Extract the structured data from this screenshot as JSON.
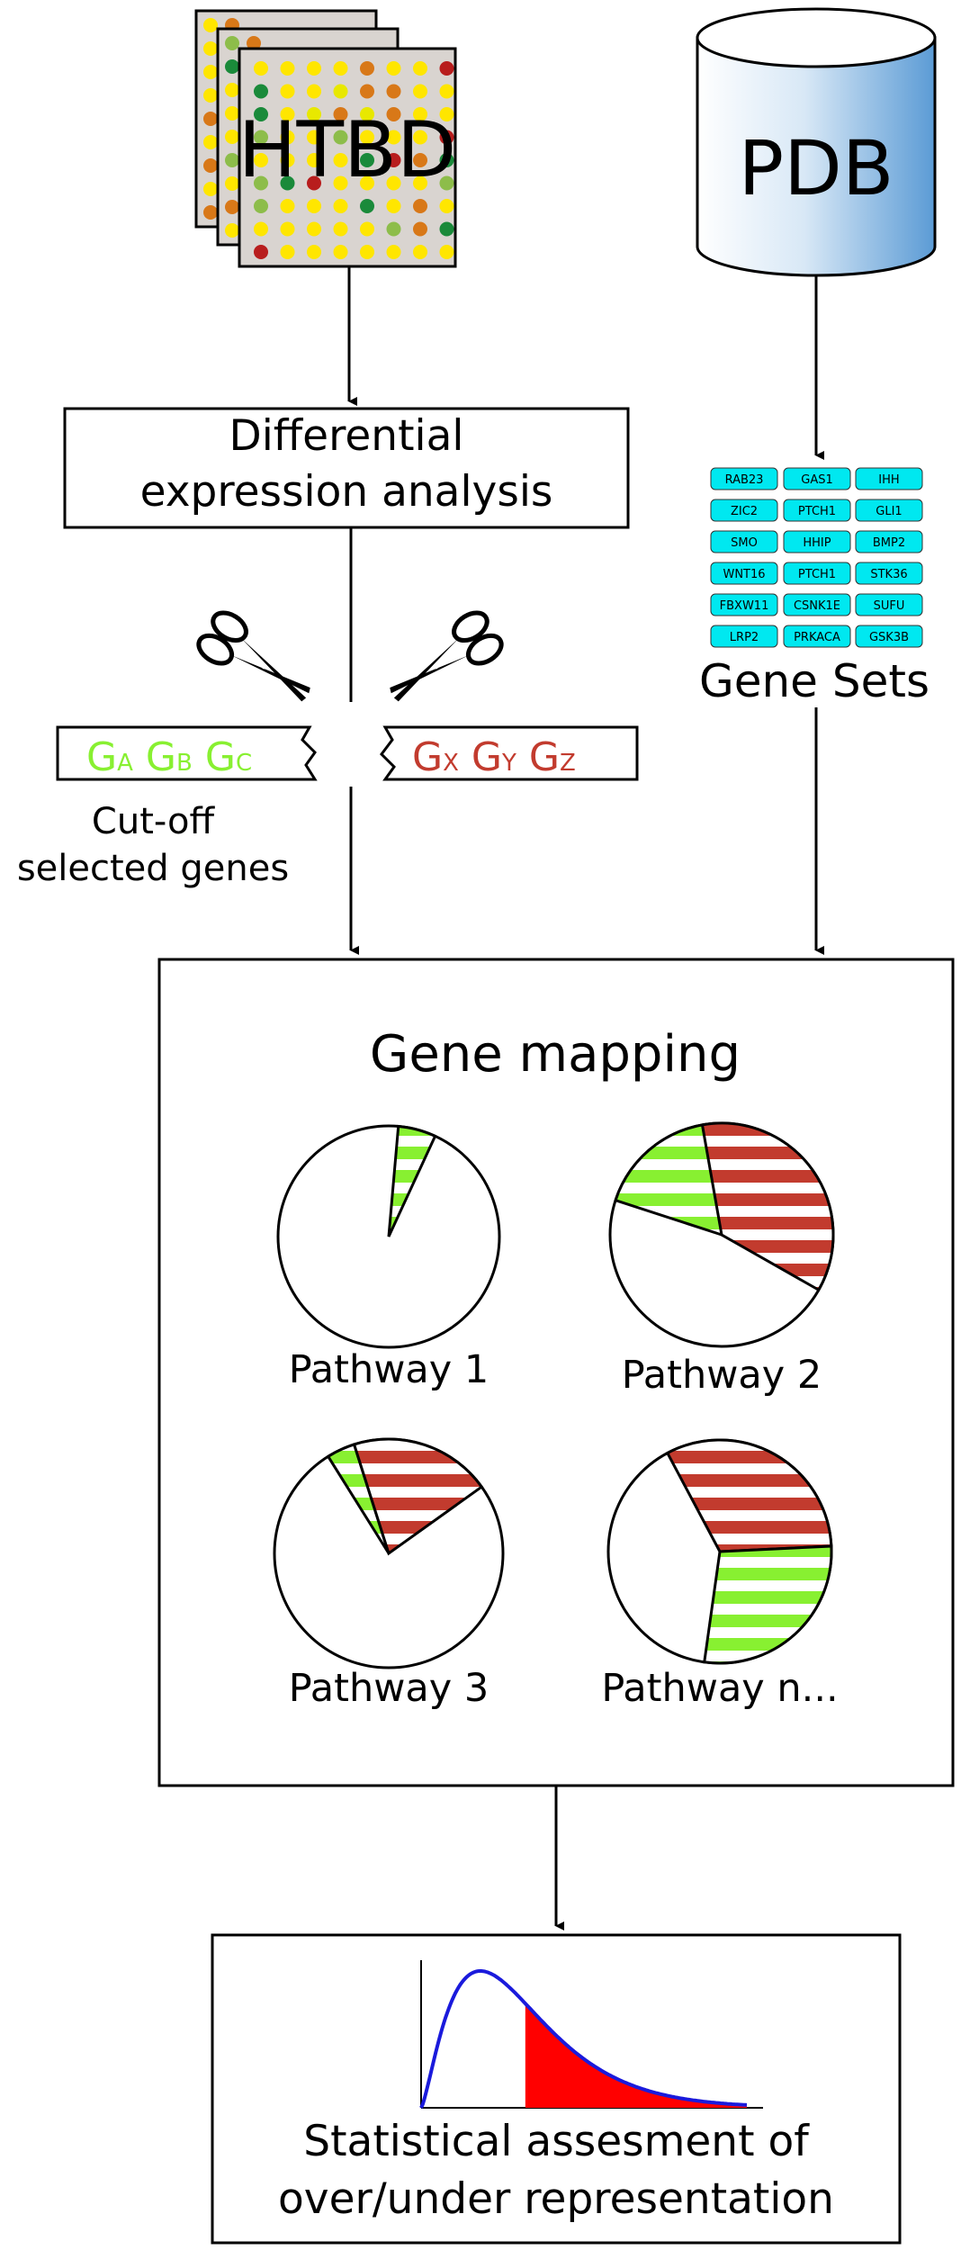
{
  "sources": {
    "htbd_label": "HTBD",
    "pdb_label": "PDB"
  },
  "analysis": {
    "box_line1": "Differential",
    "box_line2": "expression analysis"
  },
  "gene_sets": {
    "title": "Gene Sets",
    "genes": [
      "RAB23",
      "GAS1",
      "IHH",
      "ZIC2",
      "PTCH1",
      "GLI1",
      "SMO",
      "HHIP",
      "BMP2",
      "WNT16",
      "PTCH1",
      "STK36",
      "FBXW11",
      "CSNK1E",
      "SUFU",
      "LRP2",
      "PRKACA",
      "GSK3B"
    ]
  },
  "selected": {
    "green_genes": [
      {
        "g": "G",
        "s": "A"
      },
      {
        "g": "G",
        "s": "B"
      },
      {
        "g": "G",
        "s": "C"
      }
    ],
    "red_genes": [
      {
        "g": "G",
        "s": "X"
      },
      {
        "g": "G",
        "s": "Y"
      },
      {
        "g": "G",
        "s": "Z"
      }
    ],
    "caption_line1": "Cut-off",
    "caption_line2": "selected genes"
  },
  "mapping": {
    "title": "Gene mapping",
    "pathways": [
      {
        "label": "Pathway 1",
        "green": 0.055,
        "red": 0
      },
      {
        "label": "Pathway 2",
        "green": 0.2,
        "red": 0.36
      },
      {
        "label": "Pathway 3",
        "green": 0.04,
        "red": 0.2
      },
      {
        "label": "Pathway n...",
        "green": 0.28,
        "red": 0.32
      }
    ]
  },
  "stats": {
    "line1": "Statistical assesment of",
    "line2": "over/under representation"
  },
  "colors": {
    "green": "#88f031",
    "red": "#c23b2e",
    "cyan": "#00e8f0",
    "curve": "#1a1adc",
    "tail": "#ff0000"
  }
}
